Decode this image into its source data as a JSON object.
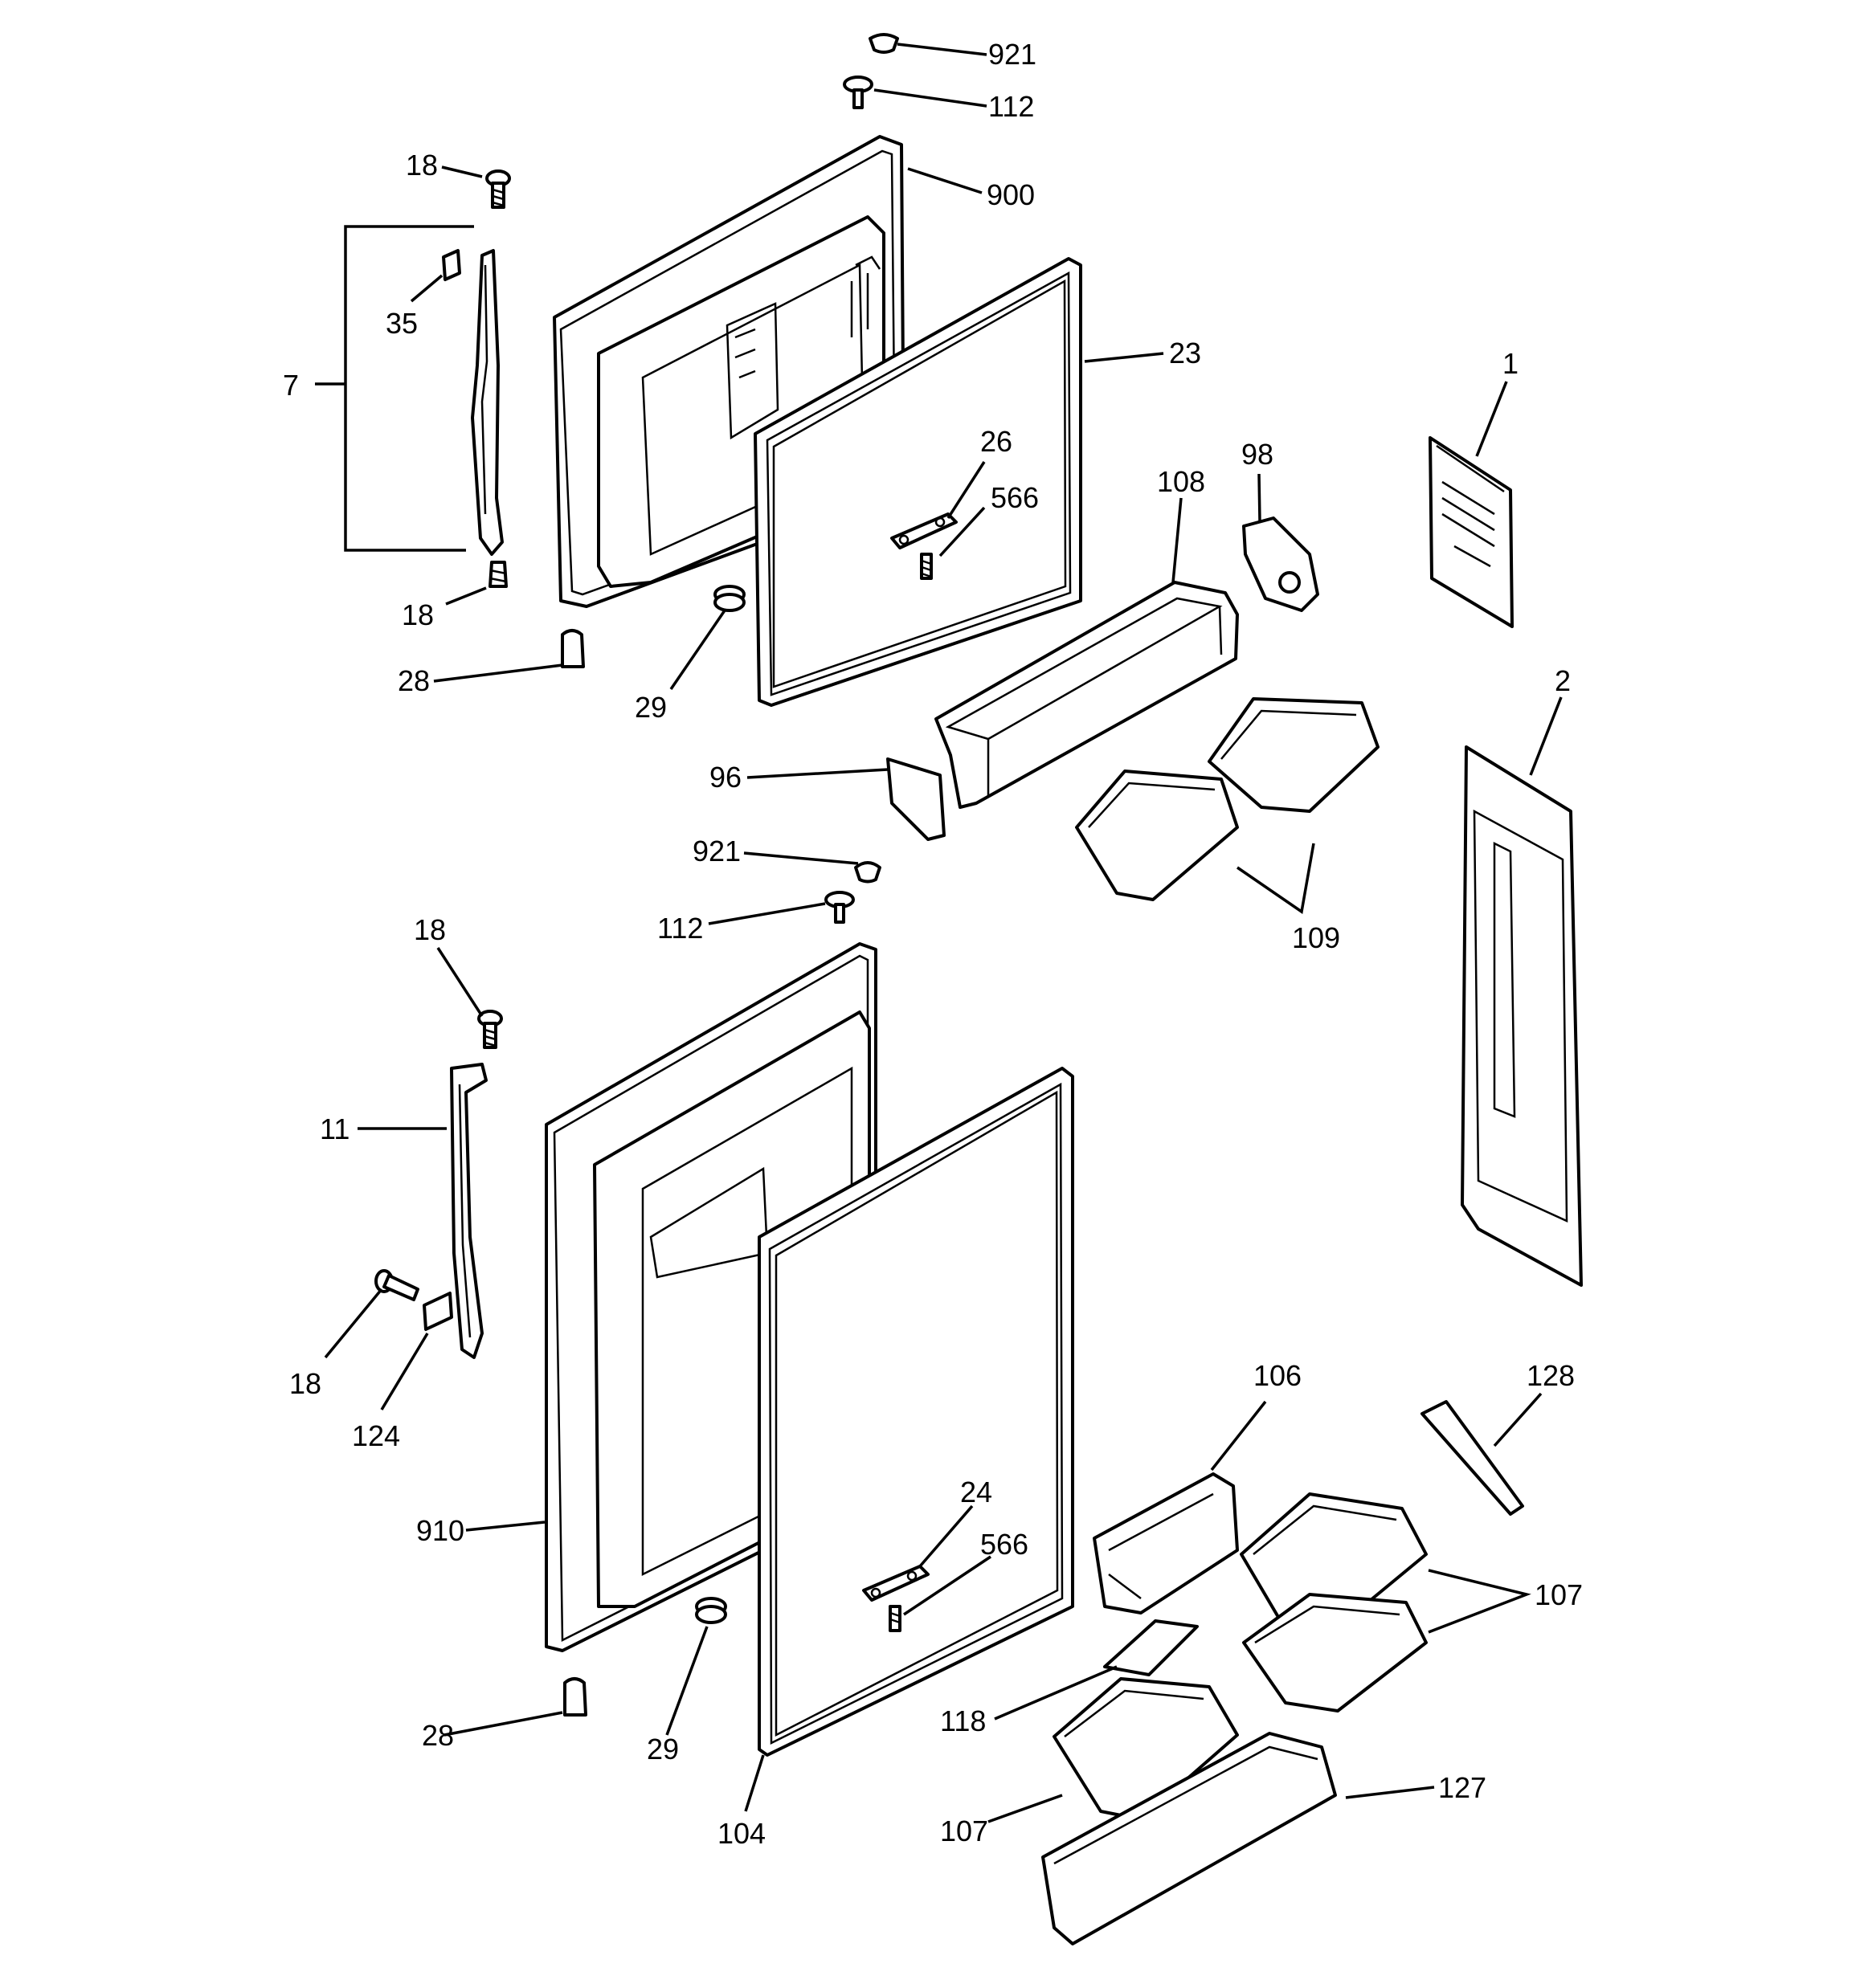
{
  "diagram": {
    "callouts": [
      {
        "id": "c1",
        "label": "921"
      },
      {
        "id": "c2",
        "label": "112"
      },
      {
        "id": "c3",
        "label": "18"
      },
      {
        "id": "c4",
        "label": "900"
      },
      {
        "id": "c5",
        "label": "35"
      },
      {
        "id": "c6",
        "label": "7"
      },
      {
        "id": "c7",
        "label": "23"
      },
      {
        "id": "c8",
        "label": "1"
      },
      {
        "id": "c9",
        "label": "26"
      },
      {
        "id": "c10",
        "label": "98"
      },
      {
        "id": "c11",
        "label": "108"
      },
      {
        "id": "c12",
        "label": "566"
      },
      {
        "id": "c13",
        "label": "18"
      },
      {
        "id": "c14",
        "label": "28"
      },
      {
        "id": "c15",
        "label": "29"
      },
      {
        "id": "c16",
        "label": "2"
      },
      {
        "id": "c17",
        "label": "96"
      },
      {
        "id": "c18",
        "label": "921"
      },
      {
        "id": "c19",
        "label": "112"
      },
      {
        "id": "c20",
        "label": "109"
      },
      {
        "id": "c21",
        "label": "18"
      },
      {
        "id": "c22",
        "label": "11"
      },
      {
        "id": "c23",
        "label": "18"
      },
      {
        "id": "c24",
        "label": "124"
      },
      {
        "id": "c25",
        "label": "106"
      },
      {
        "id": "c26",
        "label": "128"
      },
      {
        "id": "c27",
        "label": "24"
      },
      {
        "id": "c28",
        "label": "910"
      },
      {
        "id": "c29",
        "label": "566"
      },
      {
        "id": "c30",
        "label": "107"
      },
      {
        "id": "c31",
        "label": "28"
      },
      {
        "id": "c32",
        "label": "29"
      },
      {
        "id": "c33",
        "label": "118"
      },
      {
        "id": "c34",
        "label": "127"
      },
      {
        "id": "c35",
        "label": "107"
      },
      {
        "id": "c36",
        "label": "104"
      }
    ]
  }
}
